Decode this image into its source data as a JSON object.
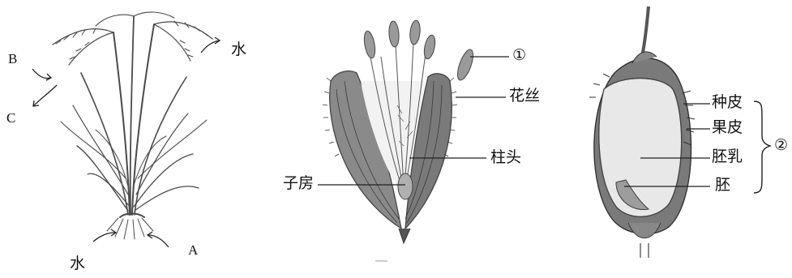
{
  "colors": {
    "ink": "#2a2a2a",
    "leaf": "#555555",
    "seed_fill": "#e6e6e6",
    "husk": "#6e6e6e"
  },
  "panel_plant": {
    "label_B": "B",
    "label_C": "C",
    "label_A": "A",
    "label_water_top": "水",
    "label_water_bottom": "水"
  },
  "panel_flower": {
    "label_circle1": "①",
    "label_filament": "花丝",
    "label_stigma": "柱头",
    "label_ovary": "子房"
  },
  "panel_seed": {
    "label_seed_coat": "种皮",
    "label_pericarp": "果皮",
    "label_endosperm": "胚乳",
    "label_embryo": "胚",
    "label_circle2": "②"
  }
}
